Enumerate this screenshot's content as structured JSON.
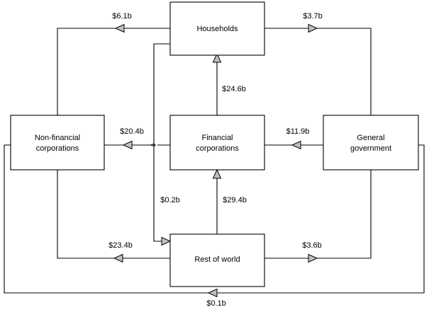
{
  "diagram": {
    "type": "flow-diagram",
    "title": "",
    "units": "billions of dollars",
    "nodes": [
      {
        "id": "households",
        "label": "Households"
      },
      {
        "id": "non-financial-corporations",
        "label_line1": "Non-financial",
        "label_line2": "corporations"
      },
      {
        "id": "financial-corporations",
        "label_line1": "Financial",
        "label_line2": "corporations"
      },
      {
        "id": "general-government",
        "label_line1": "General",
        "label_line2": "government"
      },
      {
        "id": "rest-of-world",
        "label": "Rest of world"
      }
    ],
    "flows": [
      {
        "id": "households-to-non-financial-corporations",
        "label": "$6.1b",
        "value": 6.1,
        "from": "households",
        "to": "non-financial-corporations"
      },
      {
        "id": "households-to-general-government",
        "label": "$3.7b",
        "value": 3.7,
        "from": "households",
        "to": "general-government"
      },
      {
        "id": "financial-corporations-to-households",
        "label": "$24.6b",
        "value": 24.6,
        "from": "financial-corporations",
        "to": "households"
      },
      {
        "id": "financial-corporations-to-non-financial-corporations",
        "label": "$20.4b",
        "value": 20.4,
        "from": "financial-corporations",
        "to": "non-financial-corporations"
      },
      {
        "id": "general-government-to-financial-corporations",
        "label": "$11.9b",
        "value": 11.9,
        "from": "general-government",
        "to": "financial-corporations"
      },
      {
        "id": "households-to-rest-of-world",
        "label": "$0.2b",
        "value": 0.2,
        "from": "households",
        "to": "rest-of-world"
      },
      {
        "id": "rest-of-world-to-financial-corporations",
        "label": "$29.4b",
        "value": 29.4,
        "from": "rest-of-world",
        "to": "financial-corporations"
      },
      {
        "id": "rest-of-world-to-non-financial-corporations",
        "label": "$23.4b",
        "value": 23.4,
        "from": "rest-of-world",
        "to": "non-financial-corporations"
      },
      {
        "id": "rest-of-world-to-general-government",
        "label": "$3.6b",
        "value": 3.6,
        "from": "rest-of-world",
        "to": "general-government"
      },
      {
        "id": "general-government-to-non-financial-corporations",
        "label": "$0.1b",
        "value": 0.1,
        "from": "general-government",
        "to": "non-financial-corporations"
      }
    ]
  }
}
